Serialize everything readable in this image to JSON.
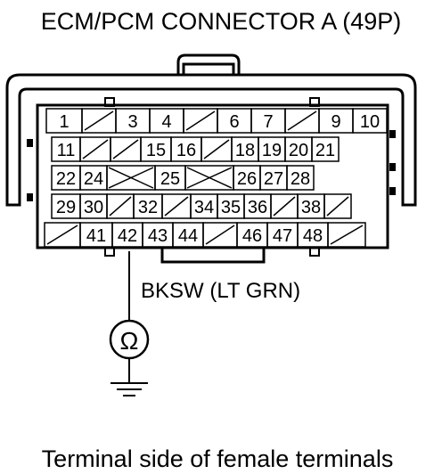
{
  "title": "ECM/PCM CONNECTOR A (49P)",
  "wire_label": "BKSW (LT GRN)",
  "meter_symbol": "Ω",
  "footer": "Terminal side of female terminals",
  "connector": {
    "rows": [
      [
        "1",
        "/",
        "3",
        "4",
        "/",
        "6",
        "7",
        "/",
        "9",
        "10"
      ],
      [
        "11",
        "/",
        "/",
        "15",
        "16",
        "/",
        "18",
        "19",
        "20",
        "21"
      ],
      [
        "22",
        "24",
        "X",
        "25",
        "X",
        "26",
        "27",
        "28"
      ],
      [
        "29",
        "30",
        "/",
        "32",
        "/",
        "34",
        "35",
        "36",
        "/",
        "38",
        "/"
      ],
      [
        "/",
        "41",
        "42",
        "43",
        "44",
        "/",
        "46",
        "47",
        "48",
        "/"
      ]
    ]
  }
}
